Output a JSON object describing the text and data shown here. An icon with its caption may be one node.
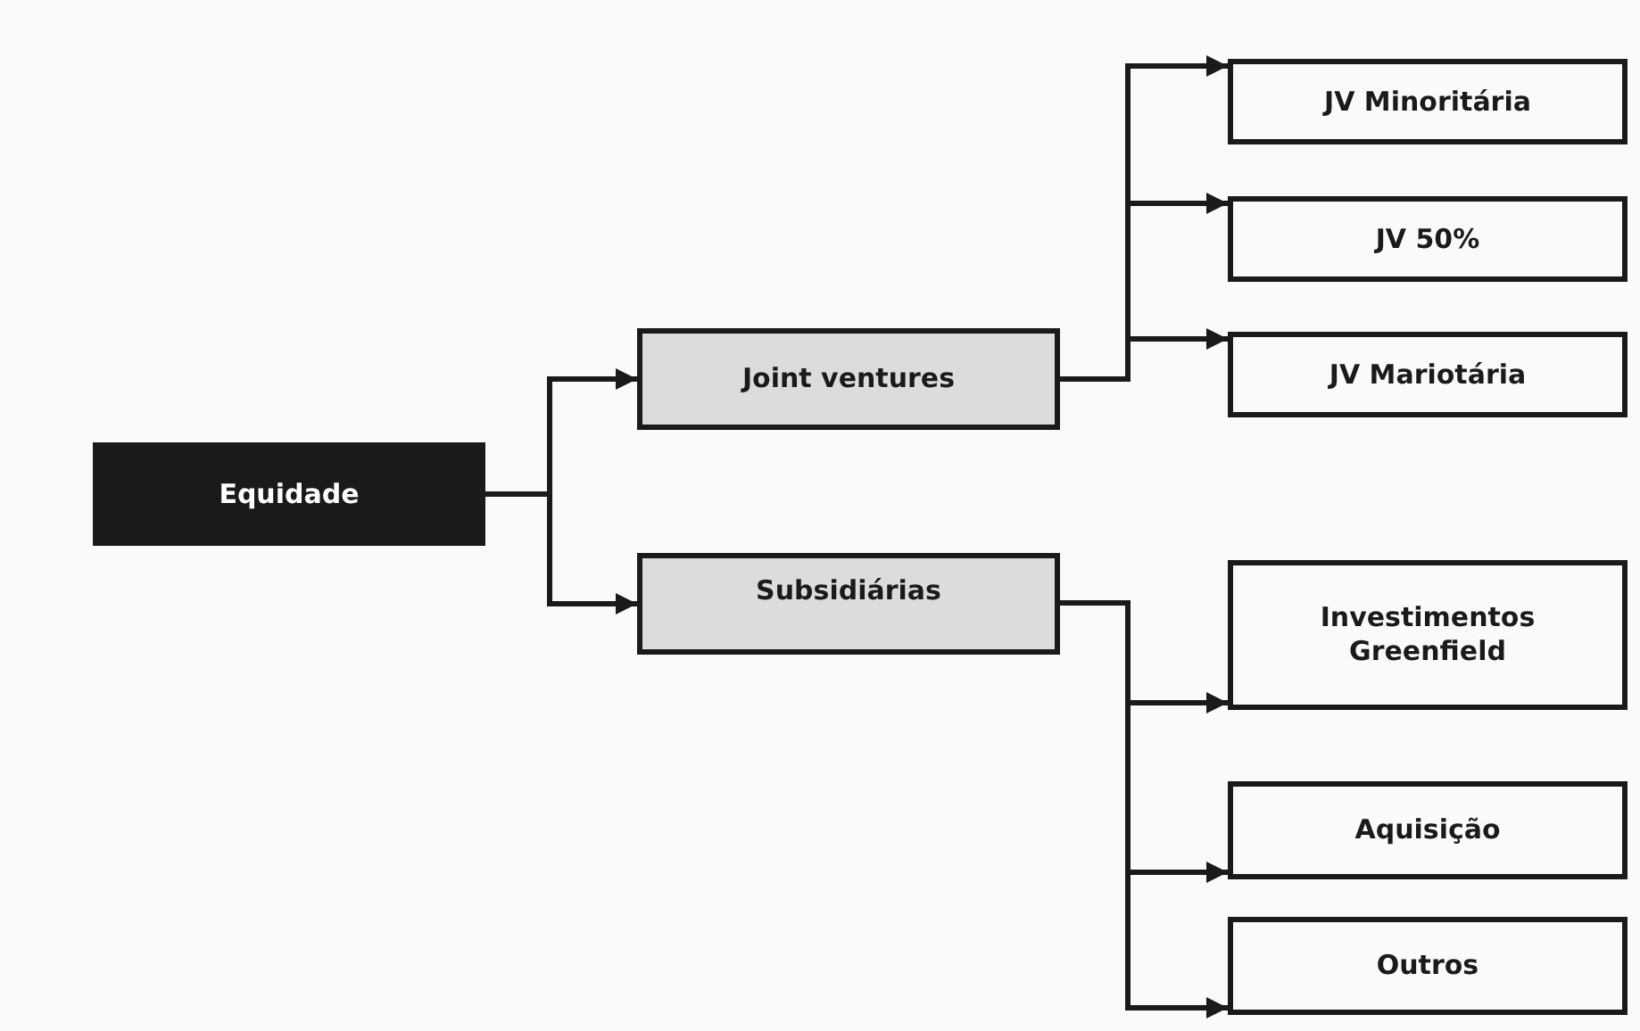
{
  "diagram": {
    "nodes": [
      {
        "text": [
          "Equidade"
        ]
      },
      {
        "text": [
          "Joint ventures"
        ]
      },
      {
        "text": [
          "Subsidiárias"
        ]
      },
      {
        "text": [
          "JV Minoritária"
        ]
      },
      {
        "text": [
          "JV 50%"
        ]
      },
      {
        "text": [
          "JV Mariotária"
        ]
      },
      {
        "text": [
          "Investimentos Greenfield"
        ]
      },
      {
        "text": [
          "Aquisição"
        ]
      },
      {
        "text": [
          "Outros"
        ]
      }
    ],
    "edges": [
      {
        "from": 0,
        "to": 1,
        "arrow": "to"
      },
      {
        "from": 0,
        "to": 2,
        "arrow": "to"
      },
      {
        "from": 1,
        "to": 3,
        "arrow": "to"
      },
      {
        "from": 1,
        "to": 4,
        "arrow": "to"
      },
      {
        "from": 1,
        "to": 5,
        "arrow": "to"
      },
      {
        "from": 2,
        "to": 6,
        "arrow": "to"
      },
      {
        "from": 2,
        "to": 7,
        "arrow": "to"
      },
      {
        "from": 2,
        "to": 8,
        "arrow": "to"
      }
    ]
  }
}
